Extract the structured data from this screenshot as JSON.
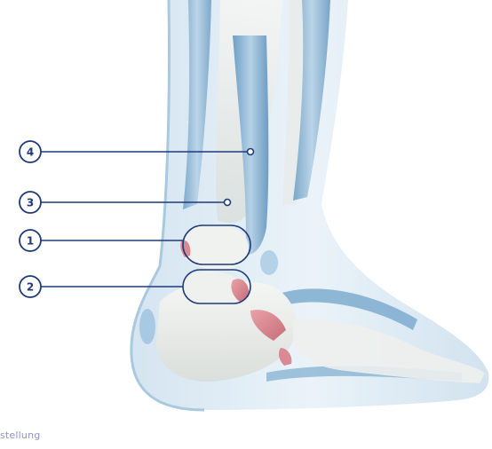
{
  "figure": {
    "callouts": [
      {
        "id": "4",
        "label": "4"
      },
      {
        "id": "3",
        "label": "3"
      },
      {
        "id": "1",
        "label": "1"
      },
      {
        "id": "2",
        "label": "2"
      }
    ],
    "caption": "stellung"
  },
  "colors": {
    "callout_stroke": "#1f3a78",
    "skin": "#cfe2ef",
    "bone": "#eef0ee",
    "tendon": "#8fb8d6",
    "ligament": "#d9868f",
    "caption": "#8f95c9"
  }
}
